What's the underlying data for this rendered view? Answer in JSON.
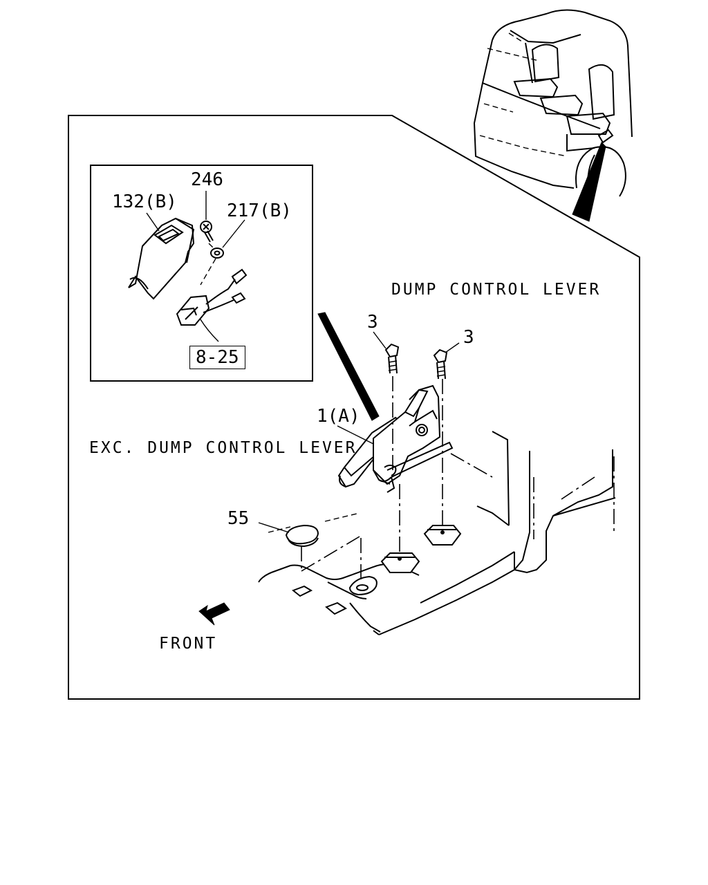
{
  "labels": {
    "part_246": "246",
    "part_132b": "132(B)",
    "part_217b": "217(B)",
    "ref_8_25": "8-25",
    "part_3_left": "3",
    "part_3_right": "3",
    "part_1a": "1(A)",
    "part_55": "55",
    "dump_control_lever": "DUMP CONTROL LEVER",
    "exc_dump_control_lever": "EXC. DUMP CONTROL LEVER",
    "front": "FRONT"
  },
  "icons": {
    "front_arrow": "arrow-down-left-icon",
    "pointer_wedge": "callout-wedge-icon"
  }
}
